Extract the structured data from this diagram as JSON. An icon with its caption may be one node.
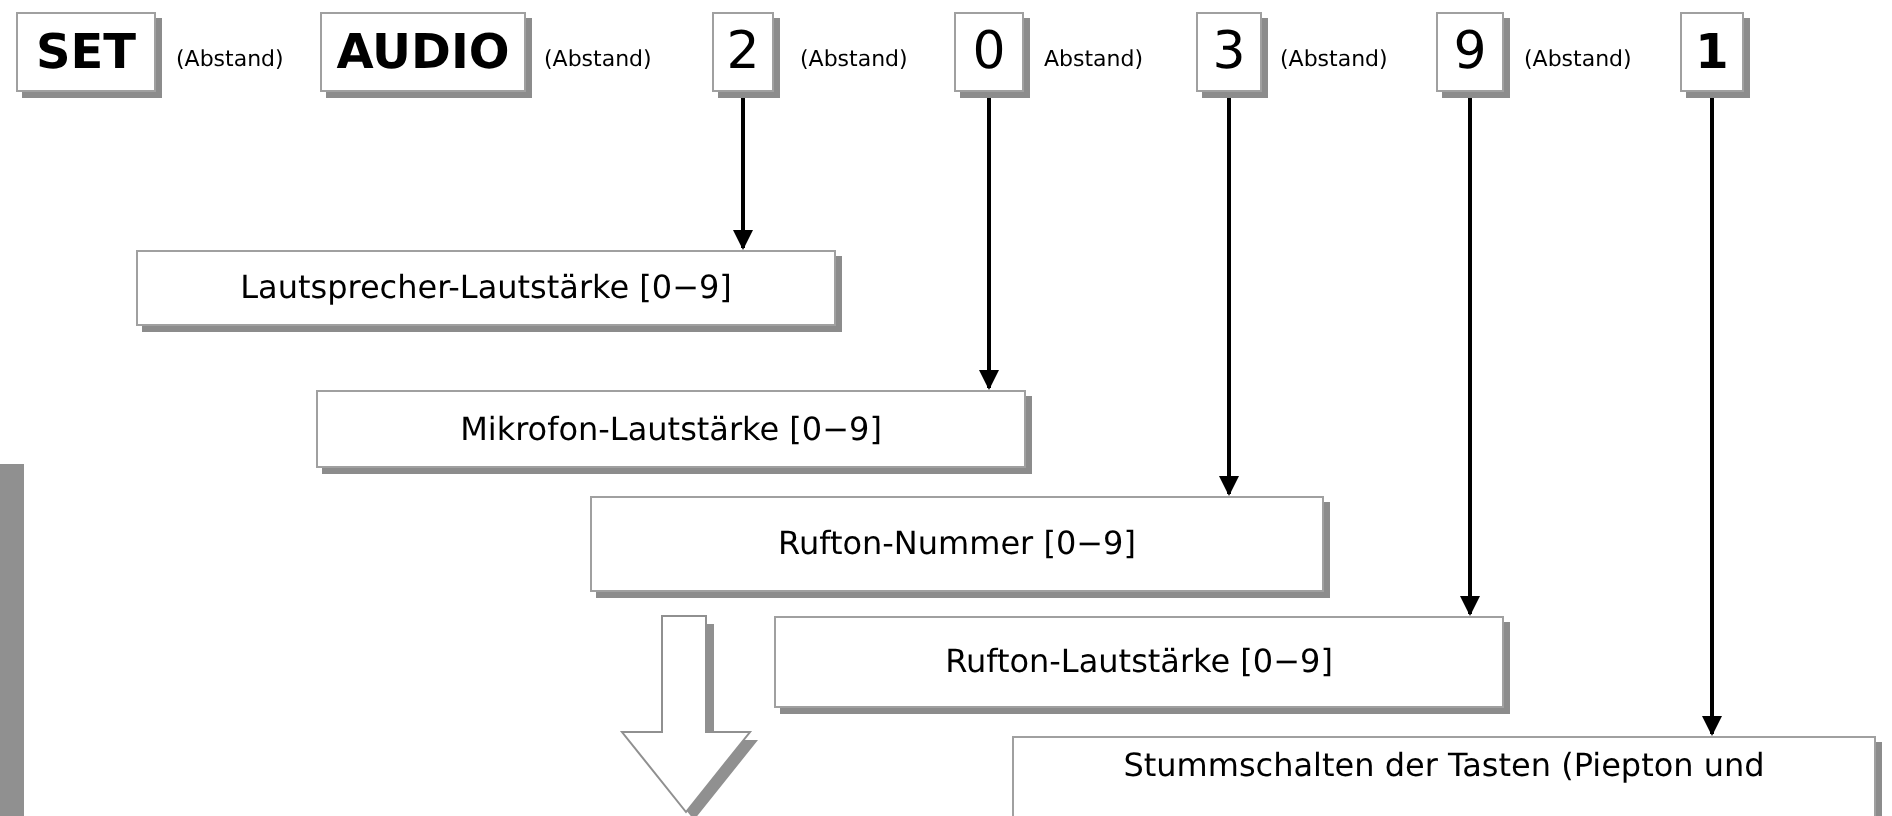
{
  "diagram": {
    "nodes": [
      {
        "text": [
          "SET"
        ]
      },
      {
        "text": [
          "AUDIO"
        ]
      },
      {
        "text": [
          "2"
        ]
      },
      {
        "text": [
          "0"
        ]
      },
      {
        "text": [
          "3"
        ]
      },
      {
        "text": [
          "9"
        ]
      },
      {
        "text": [
          "1"
        ]
      },
      {
        "text": [
          "Lautsprecher-Lautstärke [0−9]"
        ]
      },
      {
        "text": [
          "Mikrofon-Lautstärke [0−9]"
        ]
      },
      {
        "text": [
          "Rufton-Nummer [0−9]"
        ]
      },
      {
        "text": [
          "Rufton-Lautstärke [0−9]"
        ]
      },
      {
        "text": [
          "Stummschalten der Tasten (Piepton und"
        ]
      }
    ],
    "edges": [
      {
        "from": 2,
        "to": 7,
        "arrow": "to"
      },
      {
        "from": 3,
        "to": 8,
        "arrow": "to"
      },
      {
        "from": 4,
        "to": 9,
        "arrow": "to"
      },
      {
        "from": 5,
        "to": 10,
        "arrow": "to"
      },
      {
        "from": 6,
        "to": 11,
        "arrow": "to"
      }
    ],
    "labels": [
      "(Abstand)",
      "(Abstand)",
      "(Abstand)",
      "Abstand)",
      "(Abstand)",
      "(Abstand)"
    ]
  }
}
